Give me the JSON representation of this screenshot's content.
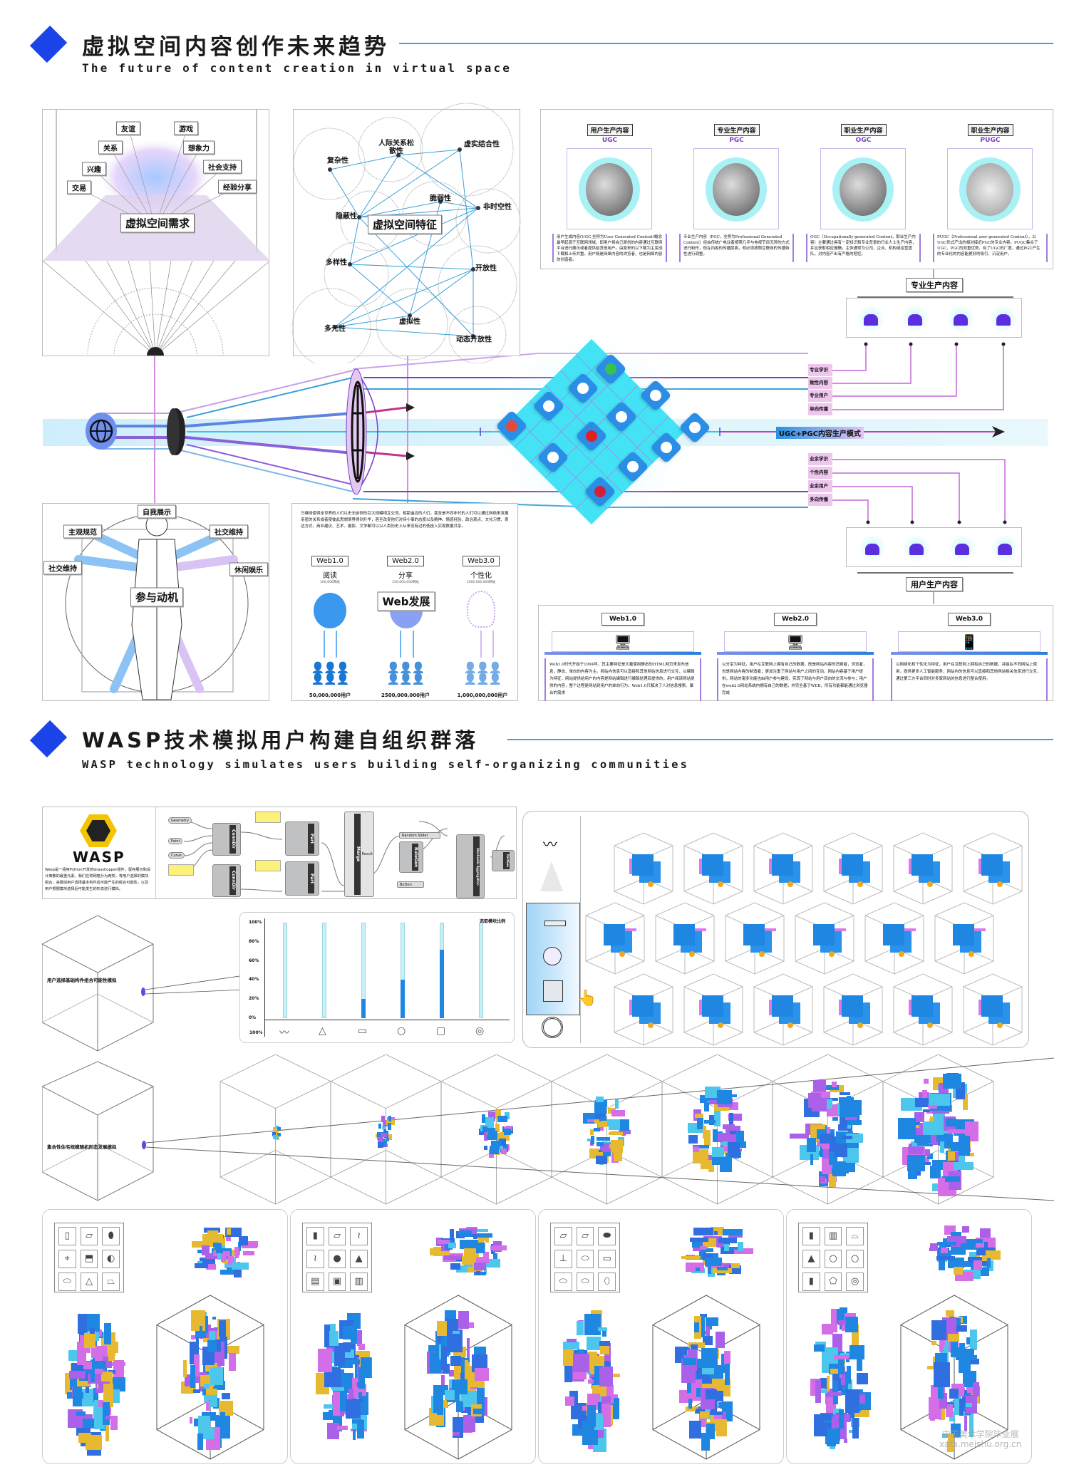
{
  "section1": {
    "title": "虚拟空间内容创作未来趋势",
    "subtitle": "The future of content creation in virtual space"
  },
  "needs_panel": {
    "center": "虚拟空间需求",
    "labels": [
      "友谊",
      "游戏",
      "关系",
      "想象力",
      "兴趣",
      "社会支持",
      "交易",
      "经验分享"
    ]
  },
  "features_panel": {
    "center": "虚拟空间特征",
    "nodes": [
      "复杂性",
      "人际关系松散性",
      "虚实结合性",
      "脆弱性",
      "非时空性",
      "隐蔽性",
      "多样性",
      "开放性",
      "多元性",
      "虚拟性",
      "动态开放性"
    ]
  },
  "content_types": [
    {
      "label": "用户生产内容",
      "code": "UGC",
      "desc": "用户生成内容(UGC,全称为User Generated Content)概念最早起源于互联网领域，即用户将自己原创的内容通过互联网平台进行展示或者提供给其他用户。由原来的以下载为主变成下载和上传并重。用户既是网络内容的浏览者，也是网络内容的创造者。"
    },
    {
      "label": "专业生产内容",
      "code": "PGC",
      "desc": "专业生产内容（PGC，全称为Professional Generated Content）经由传统广电业者按照几乎与电视节目无异的方式进行制作，但在内容的传播层面，却必须按照互联网的传播特性进行调整。"
    },
    {
      "label": "职业生产内容",
      "code": "OGC",
      "desc": "OGC（Occupationally-generated Content，职业生产内容）主要通过具有一定知识和专业背景的行业人士生产内容，并且获取相应报酬。主体通常为公司、企业、机构或运营团队，对内容产出有严格的把控。"
    },
    {
      "label": "职业生产内容",
      "code": "PUGC",
      "desc": "PUGC（Professional user-generated Content），以UGC形式产出的相对接近PGC的专业内容。PUGC集合了UGC、PGC的双重优势，有了UGC的广度，通过PGC产生的专业化的内容能更好的吸引、沉淀用户。"
    }
  ],
  "pro_content": {
    "label": "专业生产内容",
    "factors": [
      "专业学识",
      "致性内容",
      "专业用户",
      "单向传播"
    ]
  },
  "user_content": {
    "label": "用户生产内容",
    "factors": [
      "业余学识",
      "个性内容",
      "业余用户",
      "多向传播"
    ]
  },
  "flow": {
    "mode_label": "UGC+PGC内容生产模式",
    "social_icons": [
      "wechat-icon",
      "facebook-icon",
      "tiktok-icon",
      "whatsapp-icon",
      "twitter-icon",
      "google-plus-icon",
      "youtube-icon",
      "weibo-icon",
      "instagram-icon",
      "linkedin-icon",
      "snapchat-icon",
      "pinterest-icon"
    ]
  },
  "motivation_panel": {
    "center": "参与动机",
    "labels": [
      "自我展示",
      "主观规范",
      "社交维持",
      "社交维持",
      "休闲娱乐"
    ]
  },
  "web_panel": {
    "intro": "万维网使得全世界的人们以史无前例的巨大规模相互交流，相距遥远的人们，甚至是不同年代的人们可以通过网络来发展亲密的关系或者使彼此思想境界得到升华，甚至改变他们对待小事的态度以及精神。情感经验、政治观点、文化习惯、表达方式、商业建议、艺术、摄影、文学都可以以人类历史上从来没有过的低投入实现数据共享。",
    "center": "Web发展",
    "eras": [
      {
        "name": "Web1.0",
        "verb": "阅读",
        "sites": "100,000网站",
        "users": "50,000,000用户"
      },
      {
        "name": "Web2.0",
        "verb": "分享",
        "sites": "150,000,000网站",
        "users": "2500,000,000用户"
      },
      {
        "name": "Web3.0",
        "verb": "个性化",
        "sites": "1000,000,000网站",
        "users": "1,000,000,000用户"
      }
    ]
  },
  "web_detail": [
    {
      "name": "Web1.0",
      "desc": "Web1.0时代开始于1994年，其主要特征是大量使用静态的HTML网页来发布信息，静态、单向的内容为主。网站内信息可以直接和其他网站信息进行交互，以编辑为特征，网站提供给用户的内容是网站编辑进行编辑处理后提供的，用户阅读网站提供的内容，整个过程是网站到用户的单向行为。Web1.0只解决了人对信息搜索、聚合的需求"
    },
    {
      "name": "Web2.0",
      "desc": "以分享为特征，用户在互联网上拥有自己的数据，既是网站内容的消费者，浏览者，也是网站内容的制造者；更加注重了网站与用户之间的互动，网站内容基于用户提供，网站的诸多功能也由用户参与建设，实现了网站与用户双向的交流与参与；用户在web2.0网站系统内拥有自己的数据，并完全基于WEB，所有功能都能通过浏览器完成"
    },
    {
      "name": "Web3.0",
      "desc": "以网络化和个性化为特征，用户在互联网上拥有自己的数据，并能在不同网站上使用，提供更多人工智能服务，网站内的信息可以直接和其他网站相关信息进行交互，通过第三方平台同时对多家网站的信息进行整合使用。"
    }
  ],
  "section2": {
    "title": "WASP技术模拟用户构建自组织群落",
    "subtitle": "WASP technology simulates users building self-organizing communities"
  },
  "wasp": {
    "logo_text": "WASP",
    "desc": "Wasp是一组用Python开发的Grasshopper组件，留存展示和设计离散的最重元素。我们在将网格分为两类，将用户选择的模块组合，来模拟用户选择基本构件后可能产生的组合可能性，以及用户根据模块选择后可能发生的形态进行模拟。",
    "nodes": {
      "geometry": "Geometry",
      "point": "Point",
      "curve": "Curve",
      "conn": "ConnDir",
      "part": "Part",
      "merge": "Merge",
      "result": "Result",
      "rule": "RuleGen",
      "slider": "Random Slider",
      "button": "Button",
      "stoch": "Stochastic Aggregation",
      "partgeo": "PartGeo"
    }
  },
  "sim_labels": {
    "parts": "用户选择基础构件组合可能性模拟",
    "growth": "集合性住宅规模随机形态发展模拟"
  },
  "chart_data": {
    "type": "bar",
    "title": "选取模块比例",
    "categories": [
      "wave-part",
      "pyramid-part",
      "slab-part",
      "sphere-part",
      "cube-part",
      "ring-part"
    ],
    "values": [
      0,
      0,
      20,
      40,
      72,
      0
    ],
    "yticks": [
      "100%",
      "80%",
      "60%",
      "40%",
      "20%",
      "0%"
    ],
    "bottom_label": "100%",
    "ylim": [
      0,
      100
    ],
    "ylabel": "",
    "xlabel": ""
  },
  "part_selector": {
    "selected": "cube-part"
  },
  "watermark": {
    "line1": "中国美术学院毕业展",
    "line2": "xafa.meishu.org.cn"
  },
  "colors": {
    "accent": "#1a44e8",
    "line": "#3aa4dc",
    "pink": "#eec6ee",
    "purple": "#7a3ec8",
    "cyan": "#a8f2f6"
  }
}
